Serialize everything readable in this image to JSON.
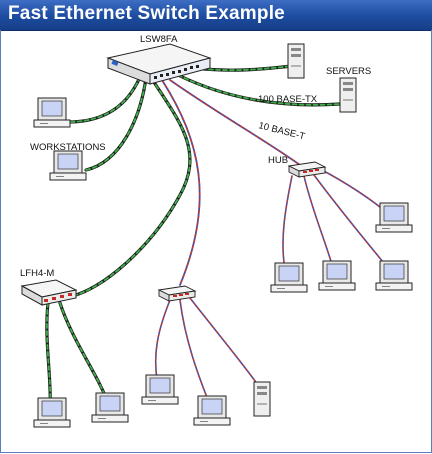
{
  "title": "Fast Ethernet Switch Example",
  "labels": {
    "switch": "LSW8FA",
    "servers": "SERVERS",
    "speed_tx": "100 BASE-TX",
    "speed_t": "10 BASE-T",
    "workstations": "WORKSTATIONS",
    "hub": "HUB",
    "lfh": "LFH4-M"
  },
  "colors": {
    "title_bg": "#1c4b9f",
    "fast_cable": "#2e8b3a",
    "slow_cable_a": "#c0392b",
    "slow_cable_b": "#3b4fb8",
    "device_red": "#c62828"
  }
}
